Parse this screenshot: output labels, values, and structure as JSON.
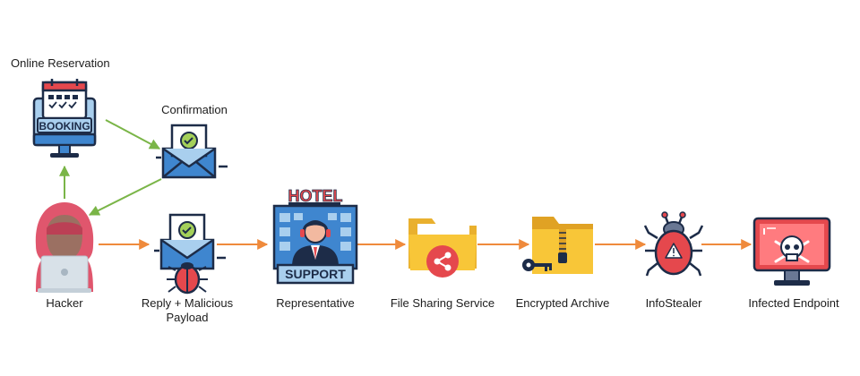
{
  "nodes": {
    "online_reservation": {
      "label": "Online Reservation",
      "icon": "booking-monitor-icon",
      "screen_text": "BOOKING"
    },
    "confirmation": {
      "label": "Confirmation",
      "icon": "check-envelope-icon"
    },
    "hacker": {
      "label": "Hacker",
      "icon": "hooded-hacker-icon"
    },
    "reply_payload": {
      "label": "Reply + Malicious Payload",
      "icon": "envelope-with-bug-icon"
    },
    "representative": {
      "label": "Representative",
      "icon": "hotel-support-agent-icon",
      "sign_top": "HOTEL",
      "sign_bottom": "SUPPORT"
    },
    "file_sharing": {
      "label": "File Sharing Service",
      "icon": "shared-folder-icon"
    },
    "encrypted_archive": {
      "label": "Encrypted Archive",
      "icon": "zipped-folder-key-icon"
    },
    "infostealer": {
      "label": "InfoStealer",
      "icon": "malware-bug-icon"
    },
    "infected_endpoint": {
      "label": "Infected Endpoint",
      "icon": "skull-monitor-icon"
    }
  },
  "colors": {
    "green_arrow": "#7ab547",
    "orange_arrow": "#ef8a3c",
    "navy": "#1d2c48",
    "light_blue": "#a9cfee",
    "blue": "#3f86cf",
    "red": "#e5484d",
    "yellow": "#f8c638",
    "hacker_red": "#e0566d"
  }
}
